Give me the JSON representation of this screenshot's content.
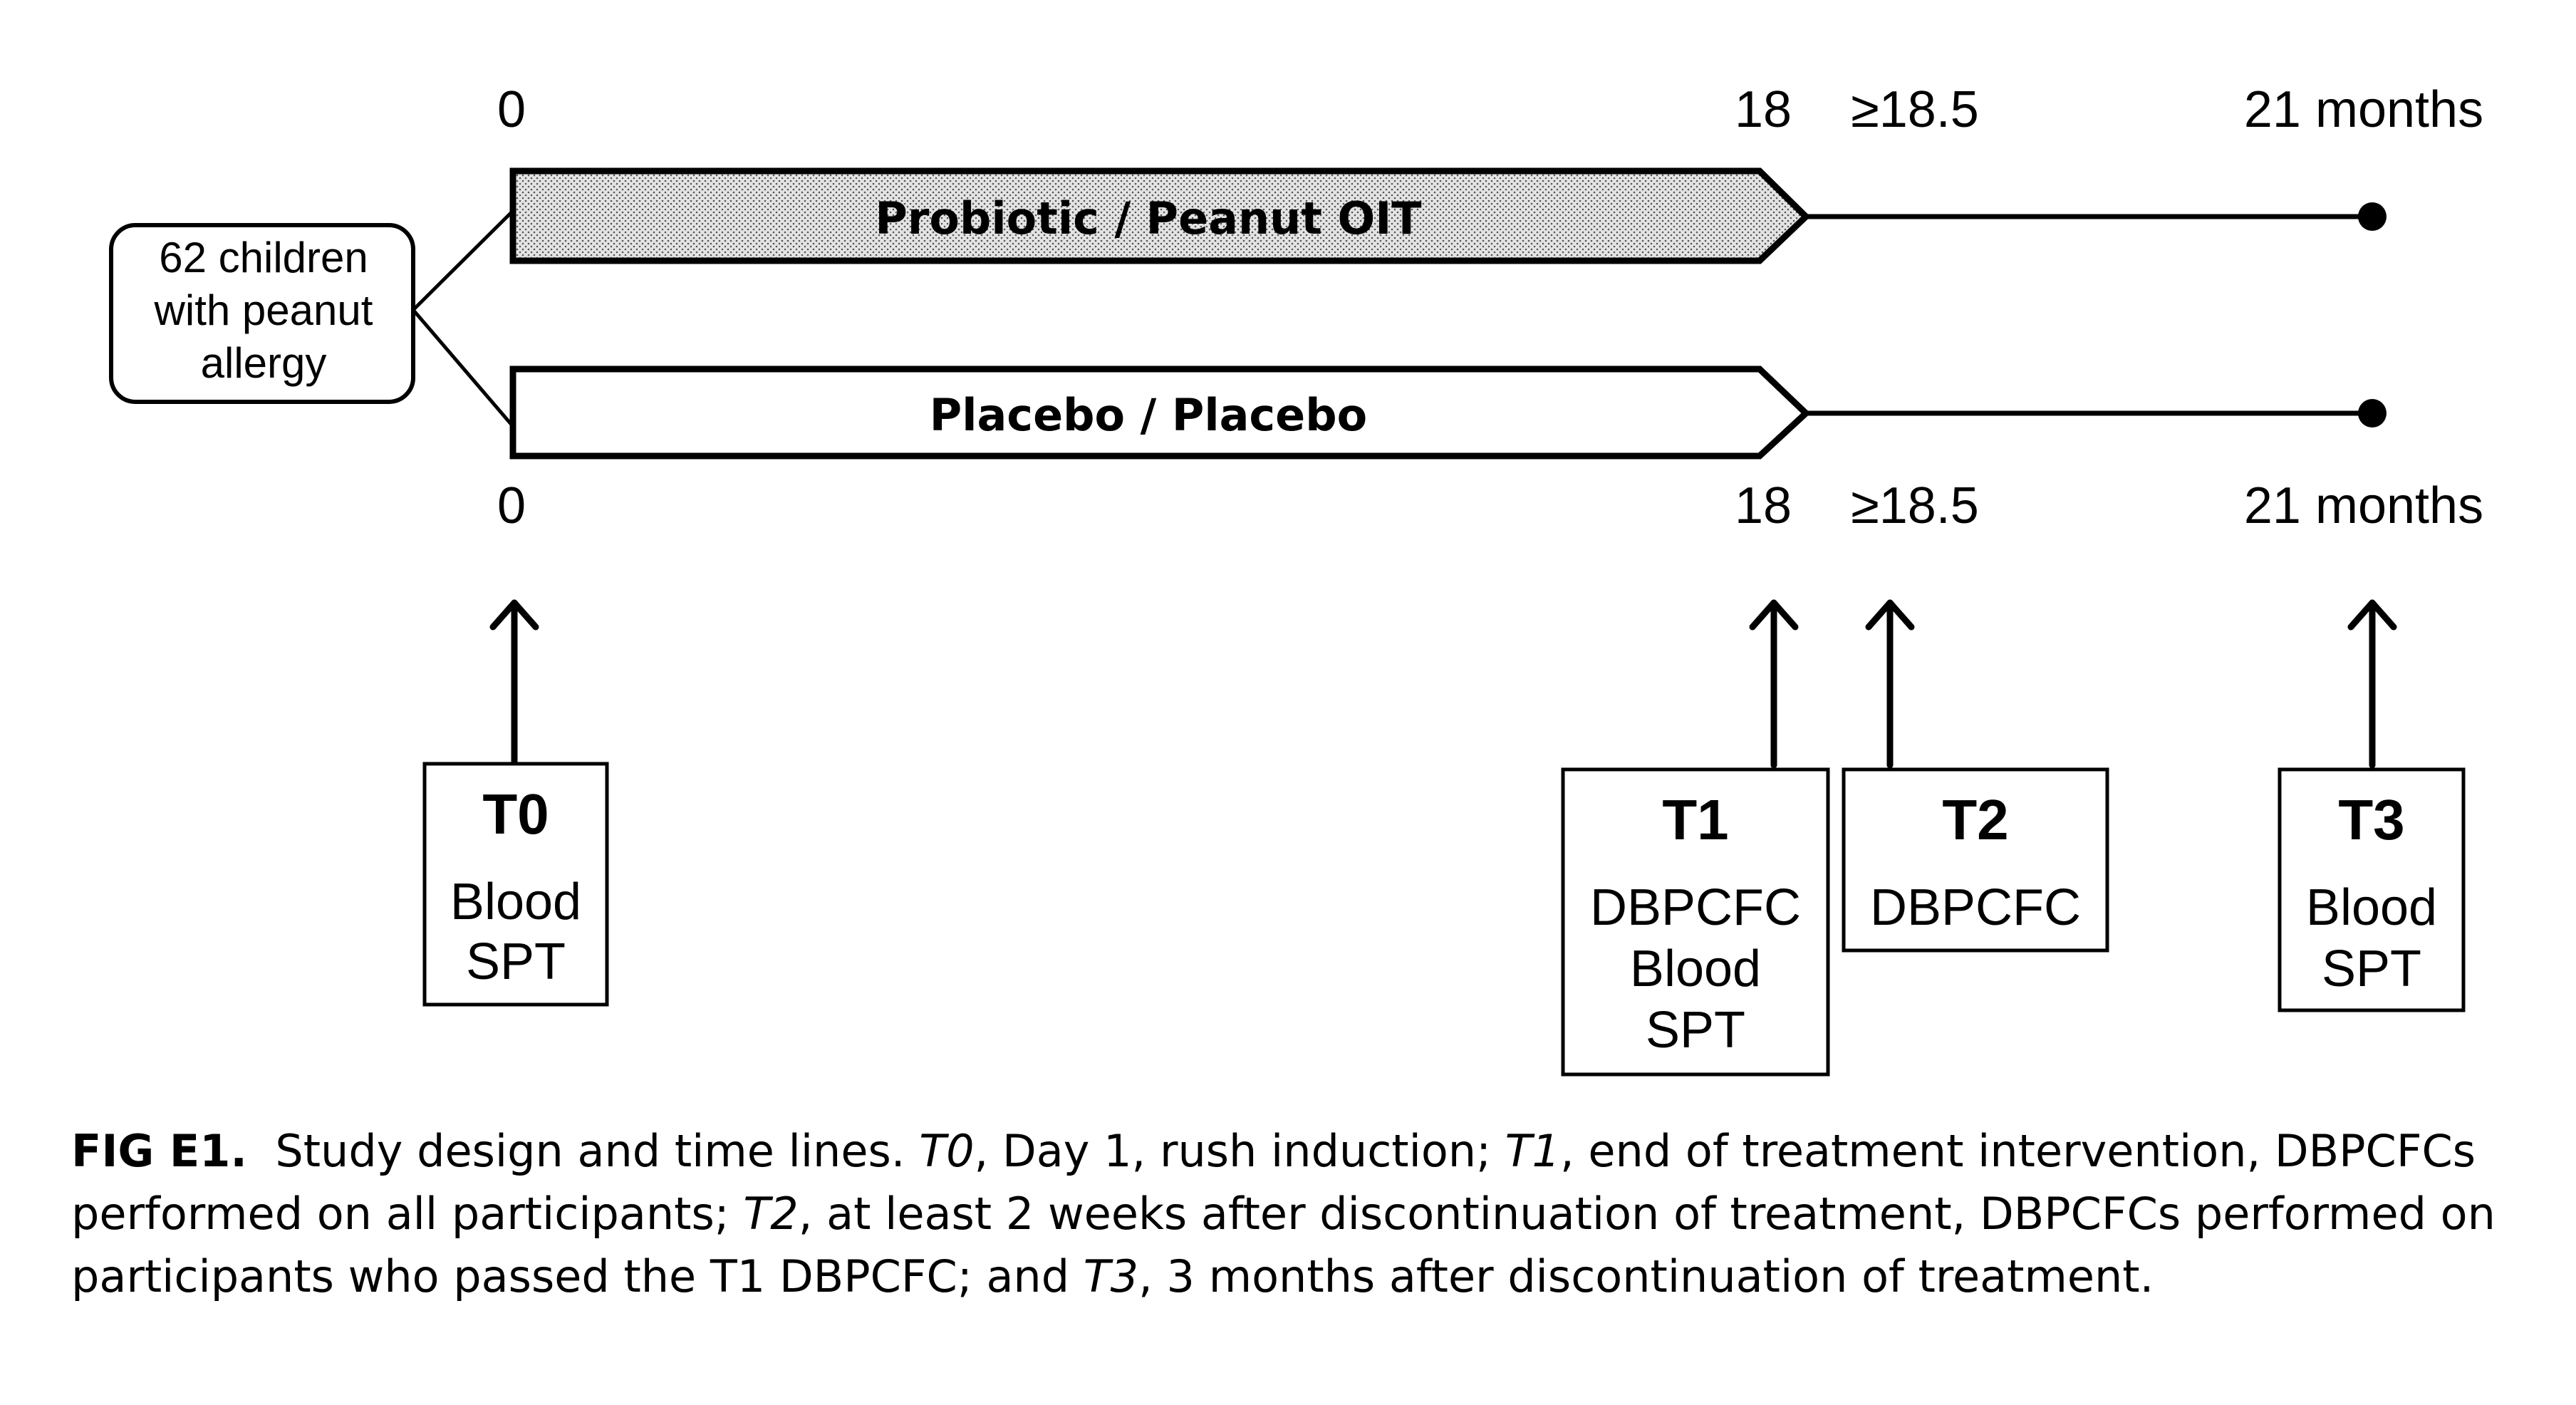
{
  "start_box": {
    "lines": [
      "62 children",
      "with peanut",
      "allergy"
    ]
  },
  "timeline_top": {
    "labels": [
      "0",
      "18",
      "≥18.5",
      "21 months"
    ]
  },
  "timeline_bottom": {
    "labels": [
      "0",
      "18",
      "≥18.5",
      "21 months"
    ]
  },
  "arms": [
    {
      "label": "Probiotic / Peanut OIT",
      "fill": "stippled"
    },
    {
      "label": "Placebo / Placebo",
      "fill": "white"
    }
  ],
  "timepoints": [
    {
      "id": "T0",
      "lines": [
        "Blood",
        "SPT"
      ]
    },
    {
      "id": "T1",
      "lines": [
        "DBPCFC",
        "Blood",
        "SPT"
      ]
    },
    {
      "id": "T2",
      "lines": [
        "DBPCFC"
      ]
    },
    {
      "id": "T3",
      "lines": [
        "Blood",
        "SPT"
      ]
    }
  ],
  "caption": {
    "fig_label": "FIG E1.",
    "lead": "Study design and time lines. ",
    "t0_term": "T0",
    "t0_text": ", Day 1, rush induction; ",
    "t1_term": "T1",
    "t1_text": ", end of treatment intervention, DBPCFCs performed on all participants; ",
    "t2_term": "T2",
    "t2_text": ", at least 2 weeks after discontinuation of treatment, DBPCFCs performed on participants who passed the T1 DBPCFC; and ",
    "t3_term": "T3",
    "t3_text": ", 3 months after discontinuation of treatment."
  }
}
